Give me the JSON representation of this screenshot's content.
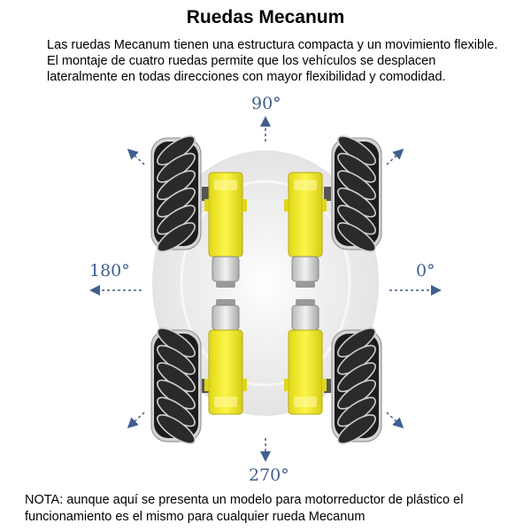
{
  "title": "Ruedas Mecanum",
  "intro_lines": [
    "Las ruedas Mecanum tienen una estructura compacta y un movimiento flexible.",
    "El montaje de cuatro ruedas permite que los vehículos se desplacen",
    "lateralmente en todas direcciones con mayor flexibilidad y comodidad."
  ],
  "directions": {
    "up": "90°",
    "left": "180°",
    "right": "0°",
    "down": "270°"
  },
  "note_lines": [
    "NOTA: aunque aquí se presenta un modelo para motorreductor de plástico el",
    "funcionamiento es el mismo para cualquier rueda Mecanum"
  ],
  "colors": {
    "arrow": "#3f5f8f",
    "motor": "#f2ea22",
    "wheel": "#1c1c1c",
    "roller_edge": "#c9c9c9",
    "halo": "#e6e6e6"
  }
}
